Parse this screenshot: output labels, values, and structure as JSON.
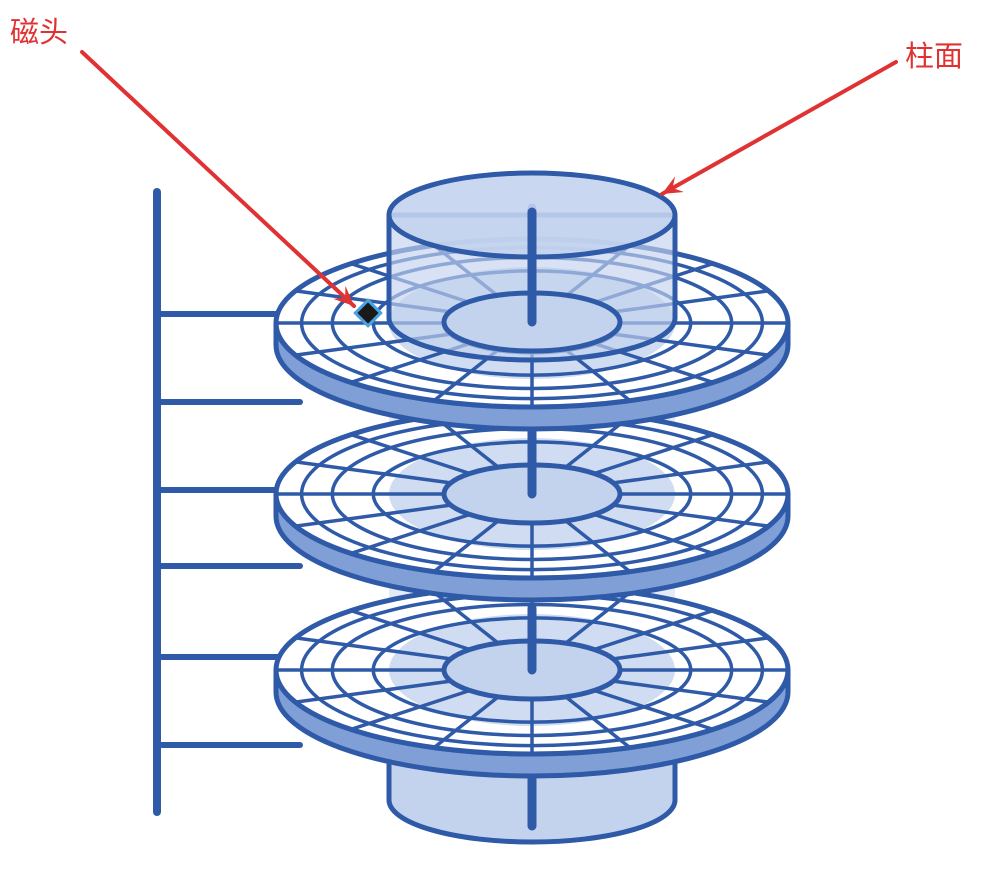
{
  "labels": {
    "head": "磁头",
    "cylinder": "柱面"
  },
  "colors": {
    "annotation": "#e03232",
    "outline": "#2f5aa8",
    "fill": "#c3d3ee",
    "rim": "#7f9fd6",
    "platter_top": "#ffffff",
    "head_marker": "#1a1a1a",
    "head_border": "#4aa3e0"
  },
  "icons": {
    "head_marker": "diamond",
    "arrow_tip": "arrowhead"
  },
  "platters": {
    "count": 3,
    "tracks": 4,
    "sectors": 16
  }
}
